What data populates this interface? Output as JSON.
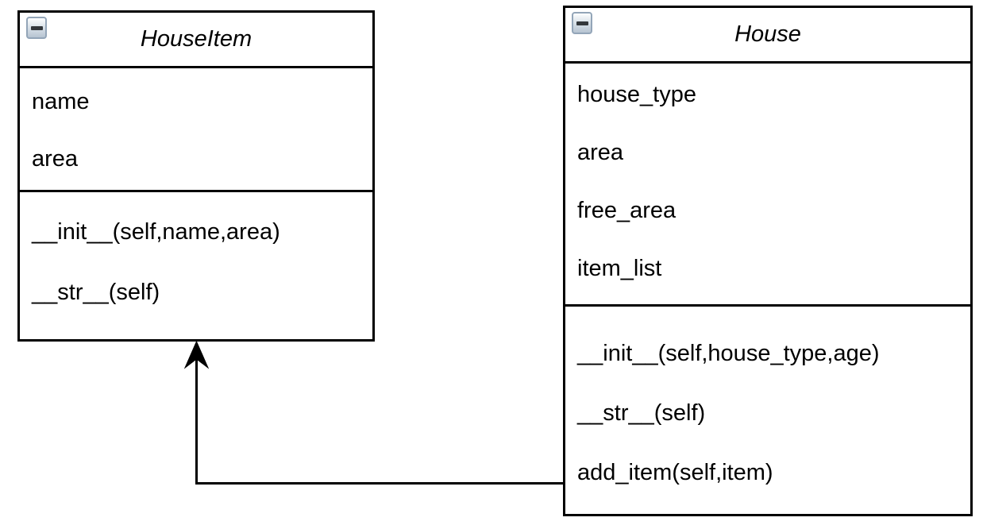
{
  "uml": {
    "classes": [
      {
        "name": "HouseItem",
        "attributes": [
          "name",
          "area"
        ],
        "methods": [
          "__init__(self,name,area)",
          "__str__(self)"
        ],
        "collapse_icon": "minus-icon"
      },
      {
        "name": "House",
        "attributes": [
          "house_type",
          "area",
          "free_area",
          "item_list"
        ],
        "methods": [
          "__init__(self,house_type,age)",
          "__str__(self)",
          "add_item(self,item)"
        ],
        "collapse_icon": "minus-icon"
      }
    ],
    "relationship": {
      "type": "directed-association",
      "from": "House",
      "to": "HouseItem"
    },
    "colors": {
      "background": "#ffffff",
      "box_border": "#000000",
      "text": "#000000",
      "connector": "#000000",
      "button_border": "#93a5b8",
      "button_gradient_top": "#fdfeff",
      "button_gradient_bottom": "#b7c4d2",
      "button_minus": "#33373b"
    }
  }
}
